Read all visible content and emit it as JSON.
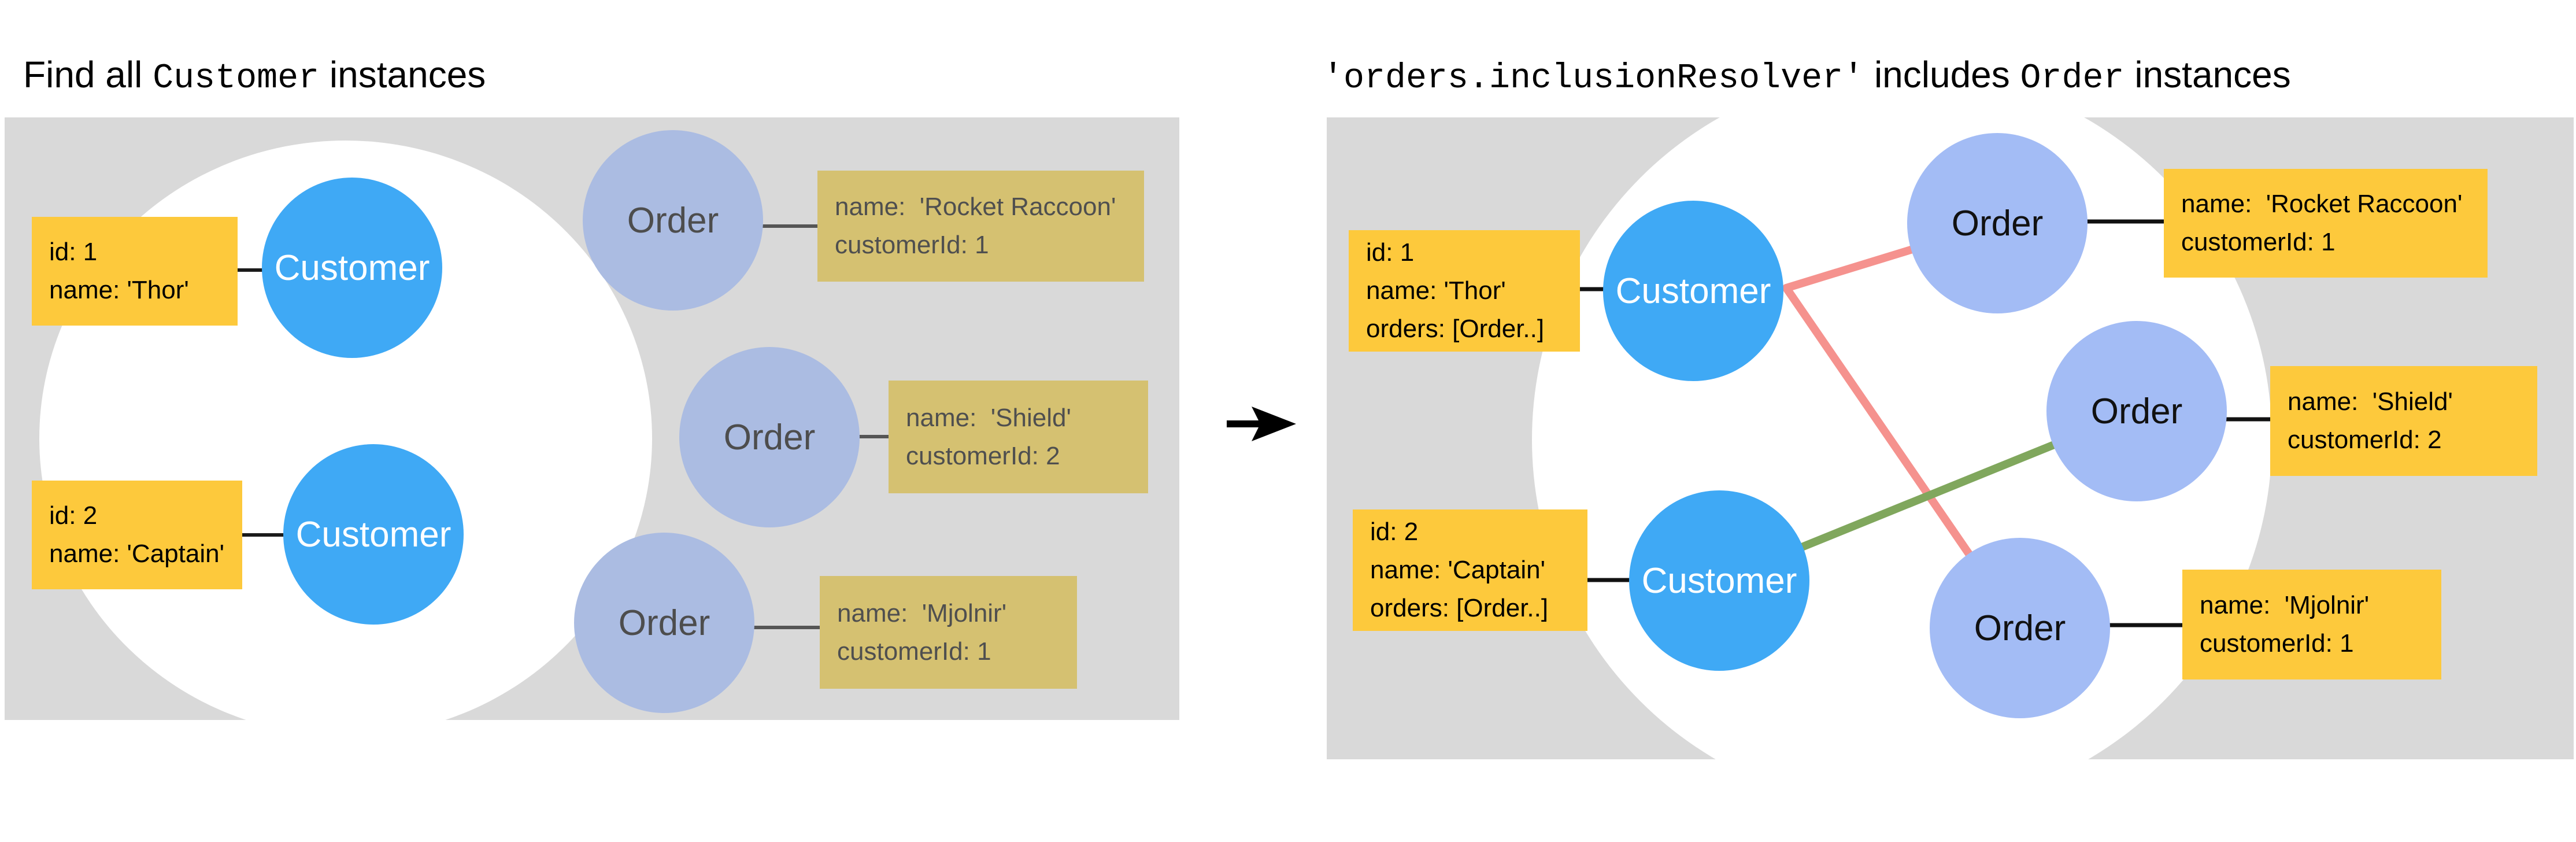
{
  "left": {
    "title": {
      "pre": "Find all ",
      "code": "Customer",
      "post": " instances"
    },
    "customers": [
      {
        "label": "Customer"
      },
      {
        "label": "Customer"
      }
    ],
    "orders": [
      {
        "label": "Order"
      },
      {
        "label": "Order"
      },
      {
        "label": "Order"
      }
    ],
    "customer_tags": [
      {
        "lines": [
          "id: 1",
          "name: 'Thor'"
        ]
      },
      {
        "lines": [
          "id: 2",
          "name: 'Captain'"
        ]
      }
    ],
    "order_tags": [
      {
        "lines": [
          "name:  'Rocket Raccoon'",
          "customerId: 1"
        ]
      },
      {
        "lines": [
          "name:  'Shield'",
          "customerId: 2"
        ]
      },
      {
        "lines": [
          "name:  'Mjolnir'",
          "customerId: 1"
        ]
      }
    ]
  },
  "right": {
    "title": {
      "code1": "'orders.inclusionResolver'",
      "mid": " includes ",
      "code2": "Order",
      "post": " instances"
    },
    "customers": [
      {
        "label": "Customer"
      },
      {
        "label": "Customer"
      }
    ],
    "orders": [
      {
        "label": "Order"
      },
      {
        "label": "Order"
      },
      {
        "label": "Order"
      }
    ],
    "customer_tags": [
      {
        "lines": [
          "id: 1",
          "name: 'Thor'",
          "orders: [Order..]"
        ]
      },
      {
        "lines": [
          "id: 2",
          "name: 'Captain'",
          "orders: [Order..]"
        ]
      }
    ],
    "order_tags": [
      {
        "lines": [
          "name:  'Rocket Raccoon'",
          "customerId: 1"
        ]
      },
      {
        "lines": [
          "name:  'Shield'",
          "customerId: 2"
        ]
      },
      {
        "lines": [
          "name:  'Mjolnir'",
          "customerId: 1"
        ]
      }
    ]
  },
  "colors": {
    "panel_bg": "#d9d9d9",
    "customer_fill": "#3fa9f5",
    "order_fill_left": "#abbce2",
    "order_fill_right": "#a3bcf5",
    "tag_yellow": "#fdc93c",
    "tag_tan": "#d5c171",
    "relation_red": "#f5928e",
    "relation_green": "#80a75d",
    "connector_gray": "#555555",
    "connector_black": "#111111"
  }
}
